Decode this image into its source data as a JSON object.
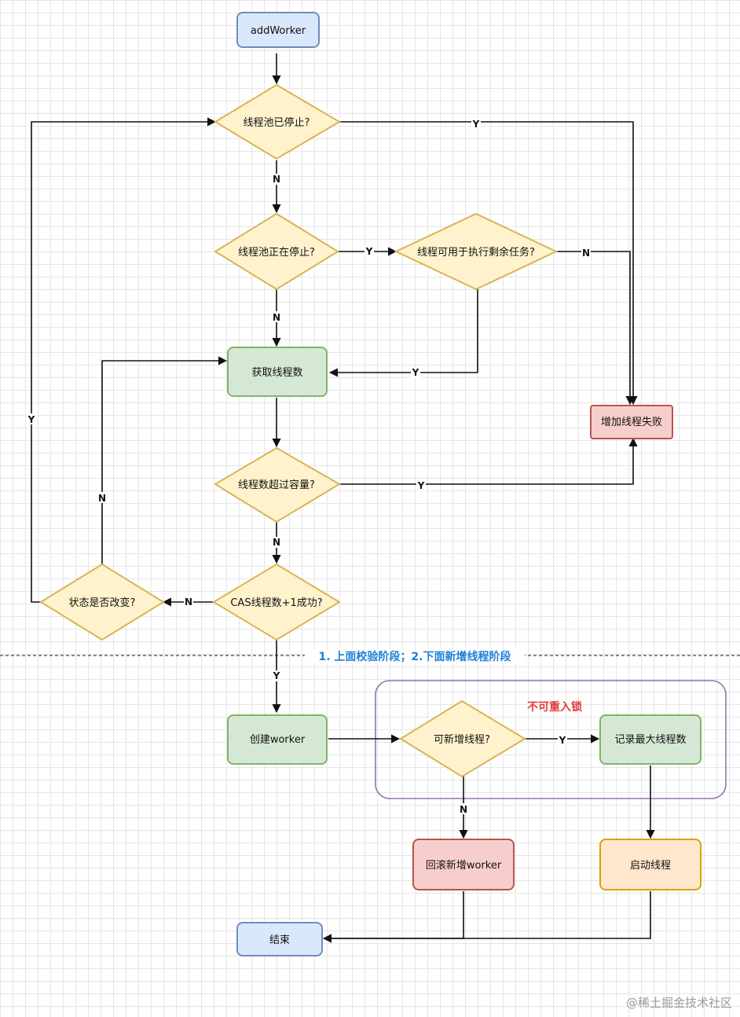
{
  "nodes": {
    "add_worker": "addWorker",
    "pool_stopped": "线程池已停止?",
    "pool_stopping": "线程池正在停止?",
    "can_run_remaining": "线程可用于执行剩余任务?",
    "get_thread_count": "获取线程数",
    "add_thread_failed": "增加线程失败",
    "count_exceeds": "线程数超过容量?",
    "cas_increment": "CAS线程数+1成功?",
    "state_changed": "状态是否改变?",
    "create_worker": "创建worker",
    "can_add_thread": "可新增线程?",
    "record_max": "记录最大线程数",
    "rollback_worker": "回滚新增worker",
    "start_thread": "启动线程",
    "end": "结束"
  },
  "labels": {
    "section_divider": "1. 上面校验阶段；2.下面新增线程阶段",
    "lock_region": "不可重入锁",
    "yes": "Y",
    "no": "N"
  },
  "colors": {
    "blue_fill": "#dae8fc",
    "blue_stroke": "#6c8ebf",
    "yellow_fill": "#fff2cc",
    "yellow_stroke": "#d6b656",
    "green_fill": "#d5e8d4",
    "green_stroke": "#82b366",
    "red_fill": "#f8cecc",
    "red_stroke": "#b85450",
    "orange_fill": "#ffe6cc",
    "orange_stroke": "#d7a500",
    "purple_stroke": "#9673a6",
    "section_text": "#1e7fd6",
    "lock_text": "#e03b3b"
  },
  "watermark": "@稀土掘金技术社区"
}
